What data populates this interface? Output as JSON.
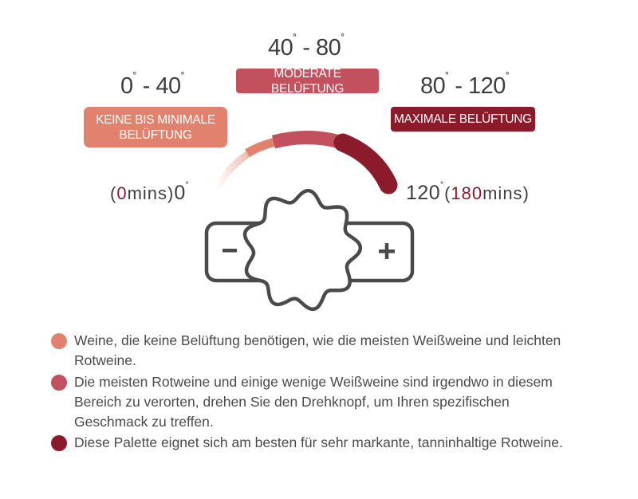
{
  "ranges": {
    "low": {
      "from": "0",
      "to": "40",
      "deg": "˚"
    },
    "mid": {
      "from": "40",
      "to": "80",
      "deg": "˚"
    },
    "high": {
      "from": "80",
      "to": "120",
      "deg": "˚"
    }
  },
  "pills": {
    "low": {
      "line1": "KEINE BIS MINIMALE",
      "line2": "BELÜFTUNG",
      "color": "#e0826d"
    },
    "mid": {
      "label": "MODERATE BELÜFTUNG",
      "color": "#c2505d"
    },
    "high": {
      "label": "MAXIMALE BELÜFTUNG",
      "color": "#8b1a2b"
    }
  },
  "dial_ends": {
    "start": {
      "open": "(",
      "mins_value": "0",
      "mins_unit": "mins",
      "close": ")",
      "angle": "0",
      "deg": "˚"
    },
    "end": {
      "angle": "120",
      "deg": "˚",
      "open": "(",
      "mins_value": "180",
      "mins_unit": "mins",
      "close": ")"
    }
  },
  "knob": {
    "minus": "–",
    "plus": "+"
  },
  "legend": [
    {
      "color": "#e0826d",
      "text": "Weine, die keine Belüftung benötigen, wie die meisten Weißweine und leichten Rotweine."
    },
    {
      "color": "#c2505d",
      "text": "Die meisten Rotweine und einige wenige Weißweine sind irgendwo in diesem Bereich zu verorten, drehen Sie den Drehknopf, um Ihren spezifischen Geschmack zu treffen."
    },
    {
      "color": "#8b1a2b",
      "text": "Diese Palette eignet sich am besten für sehr markante, tanninhaltige Rotweine."
    }
  ]
}
